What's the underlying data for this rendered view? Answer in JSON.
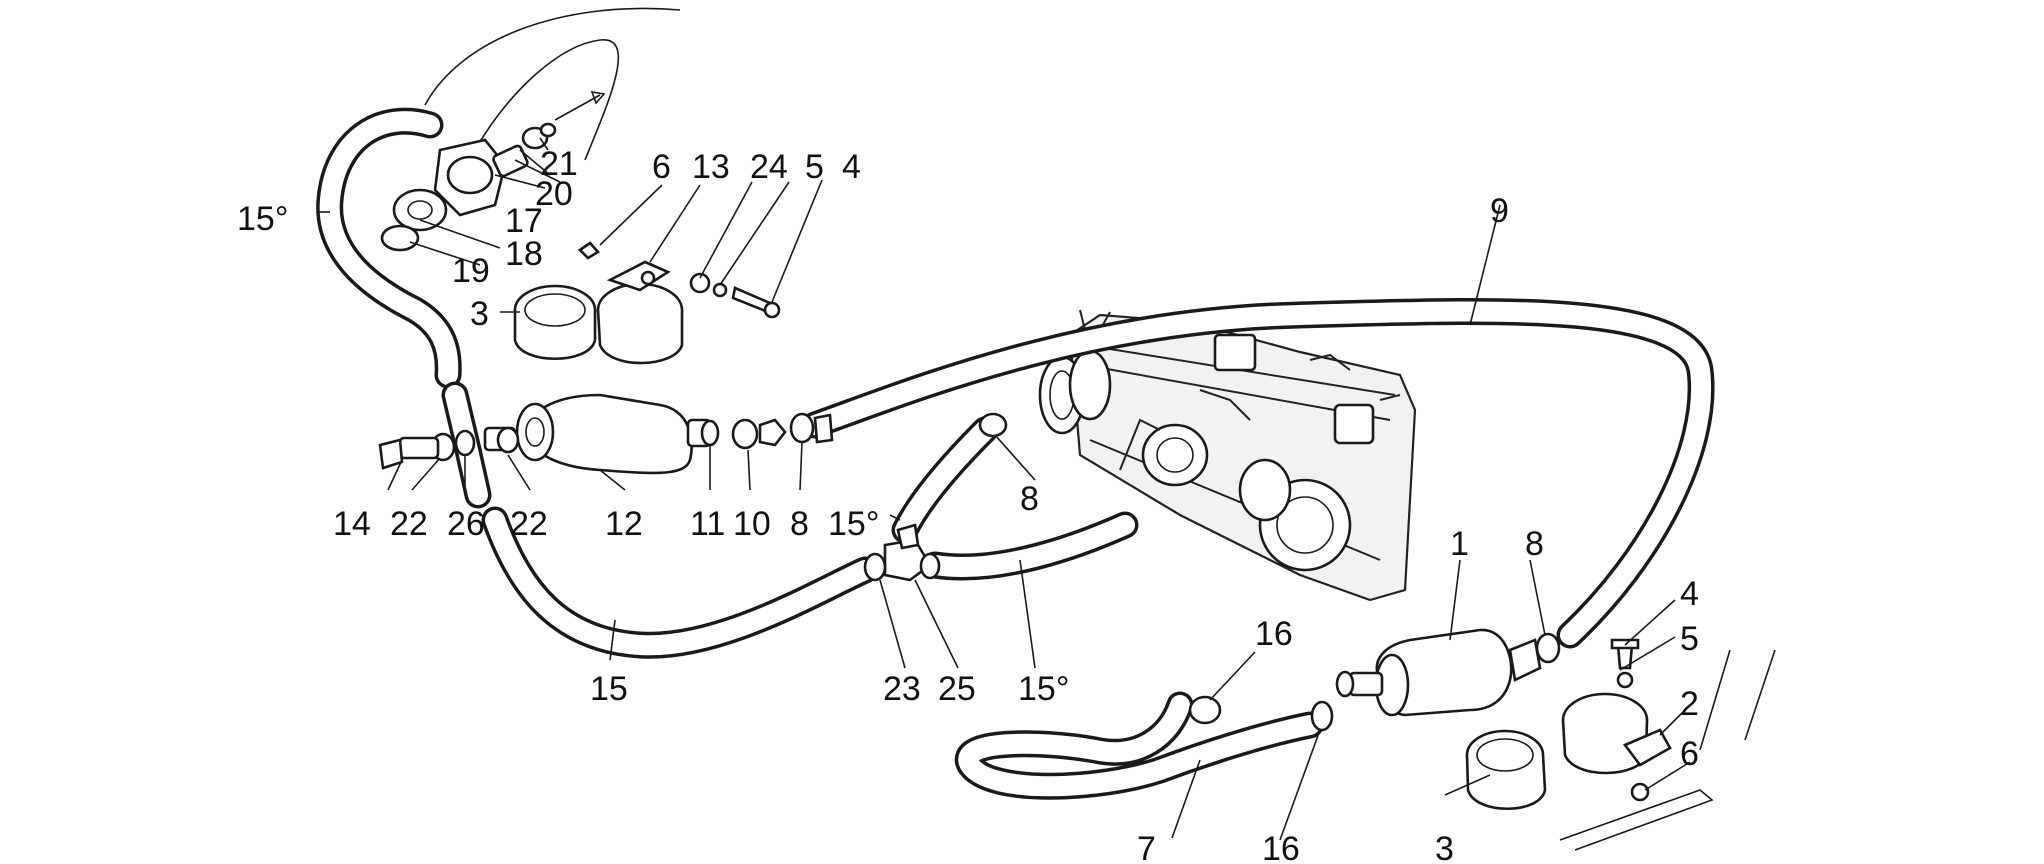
{
  "diagram": {
    "labels": {
      "l1": "1",
      "l2": "2",
      "l3a": "3",
      "l3b": "3",
      "l4a": "4",
      "l4b": "4",
      "l5a": "5",
      "l5b": "5",
      "l6a": "6",
      "l6b": "6",
      "l7": "7",
      "l8a": "8",
      "l8b": "8",
      "l8c": "8",
      "l9": "9",
      "l10": "10",
      "l11": "11",
      "l12": "12",
      "l13": "13",
      "l14": "14",
      "l15": "15",
      "l15deg_a": "15°",
      "l15deg_b": "15°",
      "l15deg_c": "15°",
      "l16a": "16",
      "l16b": "16",
      "l17": "17",
      "l18": "18",
      "l19": "19",
      "l20": "20",
      "l21": "21",
      "l22a": "22",
      "l22b": "22",
      "l23": "23",
      "l24": "24",
      "l25": "25",
      "l26": "26"
    }
  }
}
